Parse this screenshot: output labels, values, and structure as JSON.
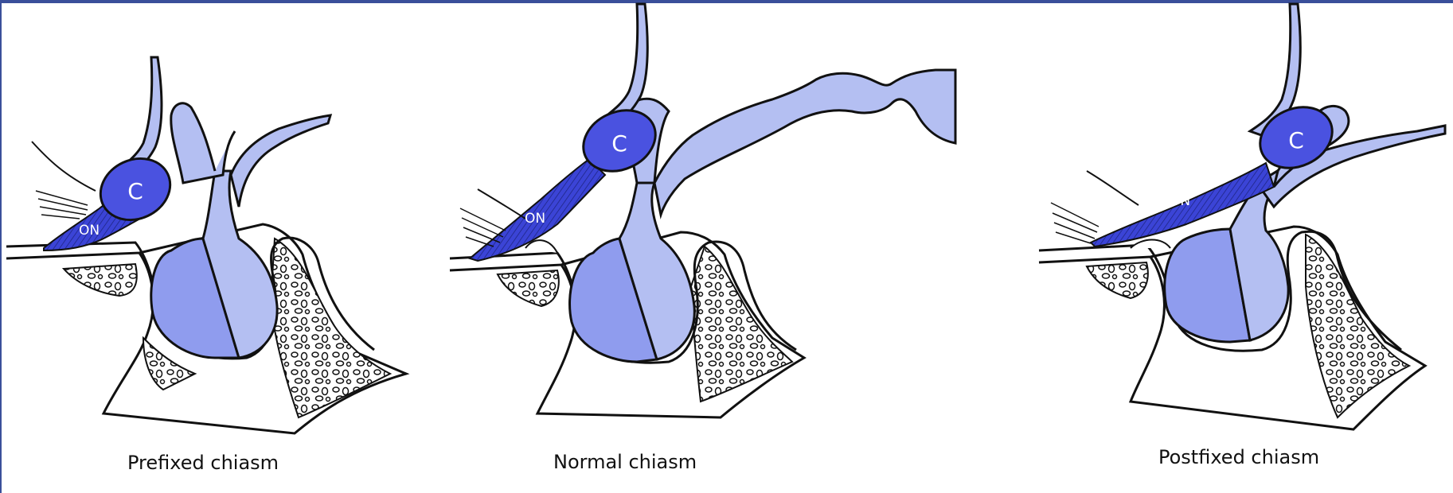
{
  "panels": [
    {
      "caption": "Prefixed chiasm",
      "nerve_label": "ON",
      "chiasm_label": "C"
    },
    {
      "caption": "Normal chiasm",
      "nerve_label": "ON",
      "chiasm_label": "C"
    },
    {
      "caption": "Postfixed chiasm",
      "nerve_label": "ON",
      "chiasm_label": "C"
    }
  ],
  "colors": {
    "frame": "#3a4f9a",
    "nerve": "#3b44d6",
    "chiasm": "#4a52e0",
    "light_tissue": "#b4bff2",
    "mid_tissue": "#8f9cee",
    "outline": "#111111"
  }
}
